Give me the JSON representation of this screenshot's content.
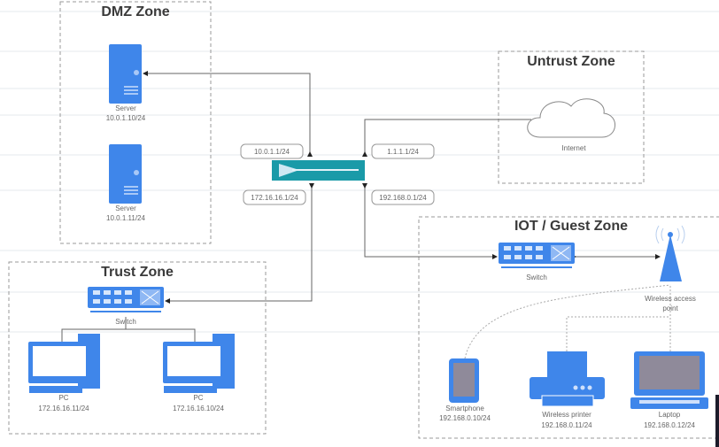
{
  "zones": {
    "dmz": "DMZ Zone",
    "untrust": "Untrust Zone",
    "trust": "Trust Zone",
    "iot": "IOT / Guest Zone"
  },
  "router": {
    "interfaces": [
      "10.0.1.1/24",
      "1.1.1.1/24",
      "172.16.16.1/24",
      "192.168.0.1/24"
    ]
  },
  "dmz_devices": [
    {
      "label": "Server",
      "ip": "10.0.1.10/24"
    },
    {
      "label": "Server",
      "ip": "10.0.1.11/24"
    }
  ],
  "untrust_devices": [
    {
      "label": "Internet"
    }
  ],
  "trust_devices": {
    "switch": "Switch",
    "pcs": [
      {
        "label": "PC",
        "ip": "172.16.16.11/24"
      },
      {
        "label": "PC",
        "ip": "172.16.16.10/24"
      }
    ]
  },
  "iot_devices": {
    "switch": "Switch",
    "ap": [
      "Wireless access",
      "point"
    ],
    "clients": [
      {
        "label": "Smartphone",
        "ip": "192.168.0.10/24"
      },
      {
        "label": "Wireless printer",
        "ip": "192.168.0.11/24"
      },
      {
        "label": "Laptop",
        "ip": "192.168.0.12/24"
      }
    ]
  },
  "colors": {
    "device": "#3f86ea",
    "router": "#1a9aa8",
    "screen": "#8f8a9a"
  }
}
